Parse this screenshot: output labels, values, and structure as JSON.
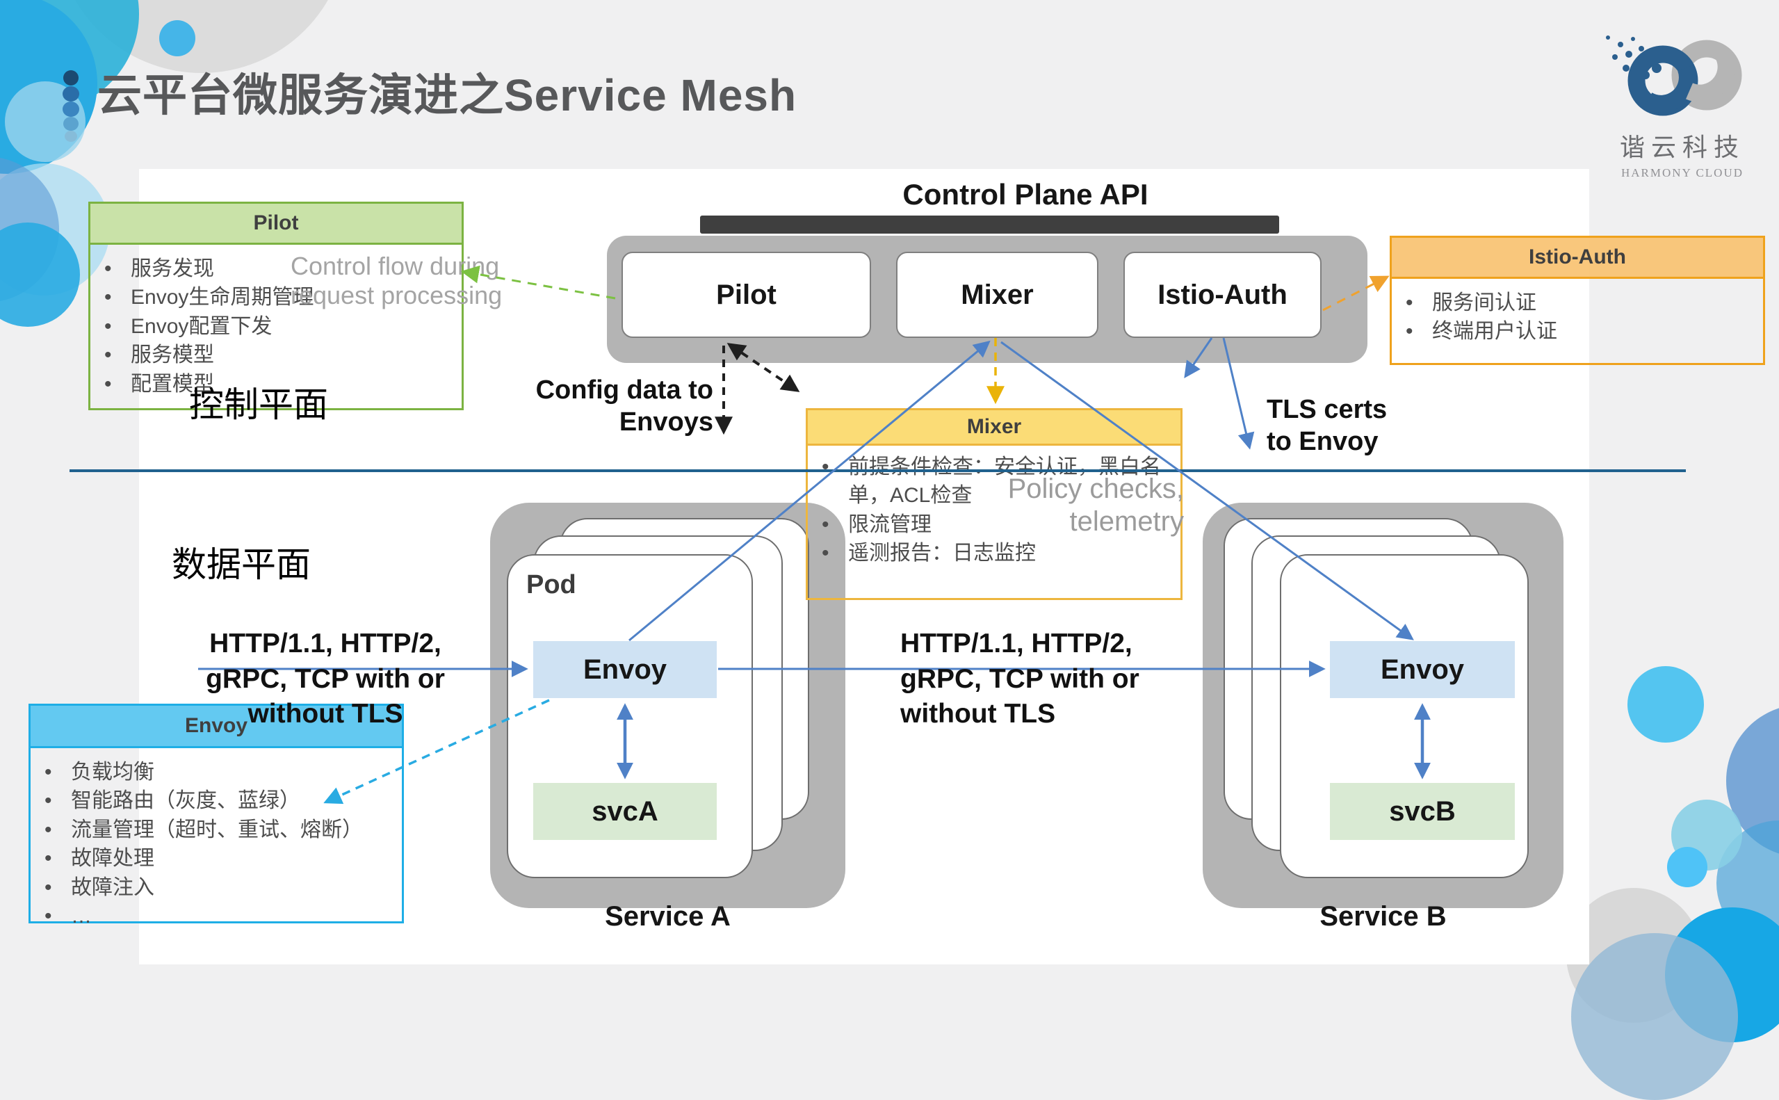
{
  "title": "云平台微服务演进之Service Mesh",
  "logo": {
    "name": "谐云科技",
    "tagline": "HARMONY CLOUD"
  },
  "planes": {
    "control": "控制平面",
    "data": "数据平面"
  },
  "control_plane": {
    "api_title": "Control Plane API",
    "components": [
      "Pilot",
      "Mixer",
      "Istio-Auth"
    ]
  },
  "callouts": {
    "pilot": {
      "title": "Pilot",
      "items": [
        "服务发现",
        "Envoy生命周期管理",
        "Envoy配置下发",
        "服务模型",
        "配置模型"
      ],
      "accent": "#7cb342"
    },
    "mixer": {
      "title": "Mixer",
      "items": [
        "前提条件检查：安全认证，黑白名单，ACL检查",
        "限流管理",
        "遥测报告：日志监控"
      ],
      "accent": "#edb63e"
    },
    "istio_auth": {
      "title": "Istio-Auth",
      "items": [
        "服务间认证",
        "终端用户认证"
      ],
      "accent": "#efa21d"
    },
    "envoy": {
      "title": "Envoy",
      "items": [
        "负载均衡",
        "智能路由（灰度、蓝绿）",
        "流量管理（超时、重试、熔断）",
        "故障处理",
        "故障注入",
        "…"
      ],
      "accent": "#1eaee6"
    }
  },
  "annotations": {
    "control_flow": [
      "Control flow during",
      "request processing"
    ],
    "config_data": [
      "Config data to",
      "Envoys"
    ],
    "tls_certs": [
      "TLS certs",
      "to Envoy"
    ],
    "policy": [
      "Policy checks,",
      "telemetry"
    ],
    "http_left": [
      "HTTP/1.1, HTTP/2,",
      "gRPC, TCP with or",
      "without TLS"
    ],
    "http_mid": [
      "HTTP/1.1, HTTP/2,",
      "gRPC, TCP with or",
      "without TLS"
    ]
  },
  "services": {
    "a": {
      "pod": "Pod",
      "proxy": "Envoy",
      "app": "svcA",
      "label": "Service A"
    },
    "b": {
      "proxy": "Envoy",
      "app": "svcB",
      "label": "Service B"
    }
  },
  "colors": {
    "divider": "#20618e",
    "arrow_blue": "#4f81c7",
    "arrow_cyan": "#29abe2",
    "envoy_fill": "#cfe2f3",
    "svc_fill": "#d9ead3",
    "container_gray": "#b4b4b4"
  }
}
